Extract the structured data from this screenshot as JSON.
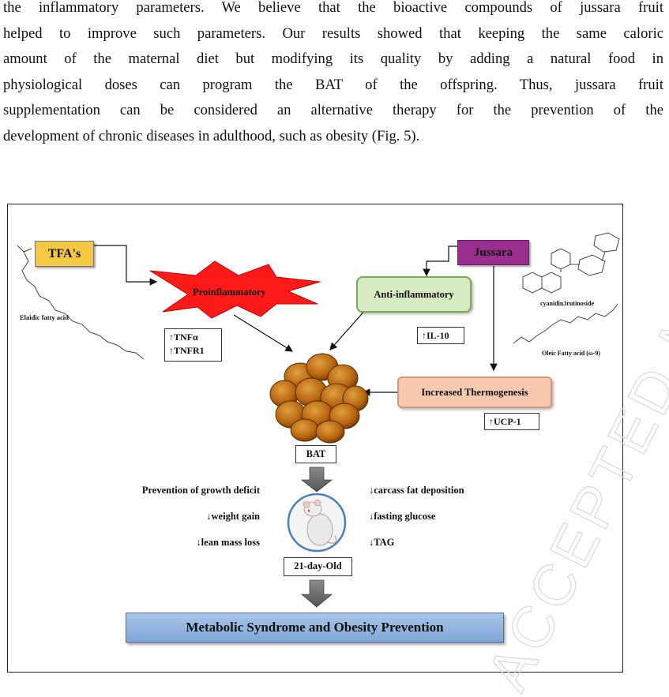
{
  "paragraph": {
    "lines": [
      "the inflammatory parameters. We believe that the bioactive compounds of jussara fruit",
      "helped to improve such parameters. Our results showed that keeping the same caloric",
      "amount of the maternal diet but modifying its quality by adding a natural food in",
      "physiological doses can program the BAT of the offspring. Thus, jussara fruit",
      "supplementation can be considered an alternative therapy for the prevention of the",
      "development of chronic diseases in adulthood, such as obesity (Fig. 5)."
    ]
  },
  "watermark": {
    "text": "ACCEPTED MANUSCRIPT",
    "color": "#d9d9d9"
  },
  "figure": {
    "tfa_label": "TFA's",
    "elaidic_label": "Elaidic fatty acid",
    "proinflammatory_label": "Proinflammatory",
    "tnf_alpha": "↑TNFα",
    "tnfr1": "↑TNFR1",
    "jussara_label": "Jussara",
    "cyanidin_label": "cyanidin3rutinoside",
    "oleic_label": "Oleic Fatty acid (ω-9)",
    "anti_inflammatory_label": "Anti-inflammatory",
    "il10": "↑IL-10",
    "thermogenesis_label": "Increased Thermogenesis",
    "ucp1": "↑UCP-1",
    "bat_label": "BAT",
    "left_effects": [
      "Prevention of growth deficit",
      "↓weight gain",
      "↓lean mass loss"
    ],
    "right_effects": [
      "↓carcass fat deposition",
      "↓fasting glucose",
      "↓TAG"
    ],
    "age_label": "21-day-Old",
    "final_label": "Metabolic Syndrome and Obesity Prevention",
    "colors": {
      "tfa": "#f5c842",
      "jussara": "#9b2f8f",
      "proinflammatory": "#ff1a1a",
      "anti_inflammatory": "#d7ebc2",
      "thermogenesis": "#f7c9b0",
      "bat": "#b8650e",
      "final": "#8fb2de"
    }
  }
}
